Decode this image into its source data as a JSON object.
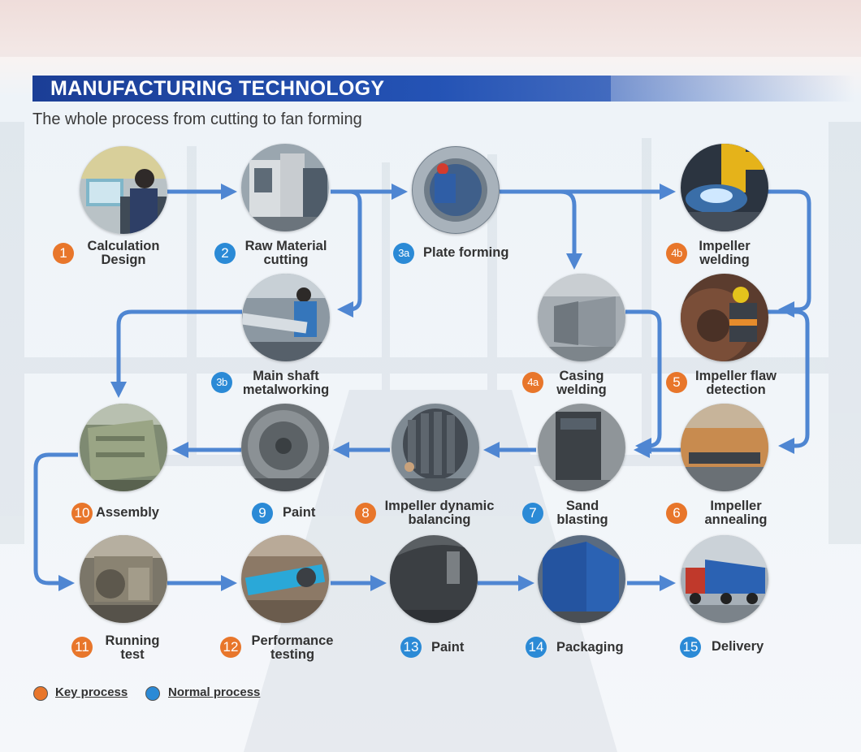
{
  "header": {
    "title": "MANUFACTURING TECHNOLOGY",
    "subtitle": "The whole process from cutting to fan forming"
  },
  "colors": {
    "key": "#e8762b",
    "normal": "#2b8ad6",
    "arrow": "#4f86d2",
    "header": "#2453b5"
  },
  "steps": [
    {
      "id": "1",
      "type": "key",
      "line1": "Calculation",
      "line2": "Design"
    },
    {
      "id": "2",
      "type": "normal",
      "line1": "Raw Material",
      "line2": "cutting"
    },
    {
      "id": "3a",
      "type": "normal",
      "line1": "Plate forming",
      "line2": ""
    },
    {
      "id": "4b",
      "type": "key",
      "line1": "Impeller",
      "line2": "welding"
    },
    {
      "id": "3b",
      "type": "normal",
      "line1": "Main shaft",
      "line2": "metalworking"
    },
    {
      "id": "4a",
      "type": "key",
      "line1": "Casing",
      "line2": "welding"
    },
    {
      "id": "5",
      "type": "key",
      "line1": "Impeller flaw",
      "line2": "detection"
    },
    {
      "id": "10",
      "type": "key",
      "line1": "Assembly",
      "line2": ""
    },
    {
      "id": "9",
      "type": "normal",
      "line1": "Paint",
      "line2": ""
    },
    {
      "id": "8",
      "type": "key",
      "line1": "Impeller dynamic",
      "line2": "balancing"
    },
    {
      "id": "7",
      "type": "normal",
      "line1": "Sand",
      "line2": "blasting"
    },
    {
      "id": "6",
      "type": "key",
      "line1": "Impeller",
      "line2": "annealing"
    },
    {
      "id": "11",
      "type": "key",
      "line1": "Running",
      "line2": "test"
    },
    {
      "id": "12",
      "type": "key",
      "line1": "Performance",
      "line2": "testing"
    },
    {
      "id": "13",
      "type": "normal",
      "line1": "Paint",
      "line2": ""
    },
    {
      "id": "14",
      "type": "normal",
      "line1": "Packaging",
      "line2": ""
    },
    {
      "id": "15",
      "type": "normal",
      "line1": "Delivery",
      "line2": ""
    }
  ],
  "legend": {
    "key_label": "Key process",
    "normal_label": "Normal process"
  }
}
